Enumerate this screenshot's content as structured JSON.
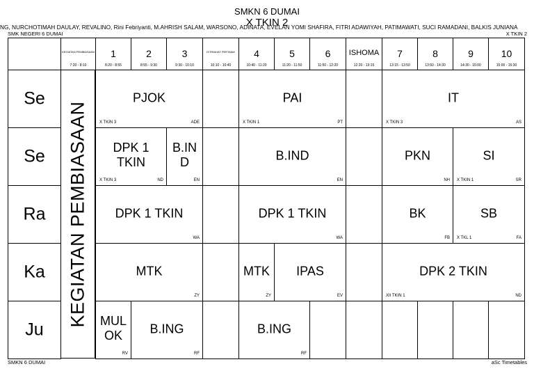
{
  "header": {
    "school_title": "SMKN 6 DUMAI",
    "class_title": "X TKIN 2",
    "teachers_line": "NG, NURCHOTIMAH DAULAY, REVALINO, Rini Febriyanti, M.AHRISH SALAM, WARSONO, ADINATA, EVELAN YOMI SHAFIRA, FITRI ADAWIYAH, PATIMAWATI, SUCI RAMADANI, BALKIS JUNIANA",
    "school_left": "SMK NEGERI 6 DUMAI",
    "class_right": "X TKIN 2"
  },
  "footer": {
    "left": "SMKN 6 DUMAI",
    "right": "aSc Timetables"
  },
  "columns": [
    {
      "label": "",
      "time": ""
    },
    {
      "label": "KEGIATAN PEMBIASAAN",
      "time": "7:20 - 8:10"
    },
    {
      "label": "1",
      "time": "8:20 - 8:55"
    },
    {
      "label": "2",
      "time": "8:55 - 9:30"
    },
    {
      "label": "3",
      "time": "9:30 - 10:10"
    },
    {
      "label": "ISTIRAHAT PERTAMA",
      "time": "10:10 - 10:40"
    },
    {
      "label": "4",
      "time": "10:40 - 11:20"
    },
    {
      "label": "5",
      "time": "11:20 - 11:50"
    },
    {
      "label": "6",
      "time": "11:50 - 12:20"
    },
    {
      "label": "ISHOMA",
      "time": "12:20 - 13:15"
    },
    {
      "label": "7",
      "time": "13:15 - 13:50"
    },
    {
      "label": "8",
      "time": "13:50 - 14:30"
    },
    {
      "label": "9",
      "time": "14:30 - 15:00"
    },
    {
      "label": "10",
      "time": "15:00 - 15:30"
    }
  ],
  "days": [
    "Se",
    "Se",
    "Ra",
    "Ka",
    "Ju"
  ],
  "kegiatan_label": "KEGIATAN PEMBIASAAN",
  "lessons": [
    {
      "row": 0,
      "col": 2,
      "span": 3,
      "subject": "PJOK",
      "room": "X TKIN 3",
      "teacher": "ADE"
    },
    {
      "row": 0,
      "col": 6,
      "span": 3,
      "subject": "PAI",
      "room": "X TKIN 1",
      "teacher": "PT"
    },
    {
      "row": 0,
      "col": 10,
      "span": 4,
      "subject": "IT",
      "room": "X TKIN 3",
      "teacher": "AS"
    },
    {
      "row": 1,
      "col": 2,
      "span": 2,
      "subject": "DPK 1\nTKIN",
      "room": "X TKIN 3",
      "teacher": "ND"
    },
    {
      "row": 1,
      "col": 4,
      "span": 1,
      "subject": "B.IN\nD",
      "room": "",
      "teacher": "EN"
    },
    {
      "row": 1,
      "col": 6,
      "span": 3,
      "subject": "B.IND",
      "room": "",
      "teacher": "EN"
    },
    {
      "row": 1,
      "col": 10,
      "span": 2,
      "subject": "PKN",
      "room": "",
      "teacher": "NH"
    },
    {
      "row": 1,
      "col": 12,
      "span": 2,
      "subject": "SI",
      "room": "X TKIN 1",
      "teacher": "SR"
    },
    {
      "row": 2,
      "col": 2,
      "span": 3,
      "subject": "DPK 1 TKIN",
      "room": "",
      "teacher": "WA"
    },
    {
      "row": 2,
      "col": 6,
      "span": 3,
      "subject": "DPK 1 TKIN",
      "room": "",
      "teacher": "WA"
    },
    {
      "row": 2,
      "col": 10,
      "span": 2,
      "subject": "BK",
      "room": "",
      "teacher": "FB"
    },
    {
      "row": 2,
      "col": 12,
      "span": 2,
      "subject": "SB",
      "room": "X TKL 1",
      "teacher": "FA"
    },
    {
      "row": 3,
      "col": 2,
      "span": 3,
      "subject": "MTK",
      "room": "",
      "teacher": "ZY"
    },
    {
      "row": 3,
      "col": 6,
      "span": 1,
      "subject": "MTK",
      "room": "",
      "teacher": "ZY"
    },
    {
      "row": 3,
      "col": 7,
      "span": 2,
      "subject": "IPAS",
      "room": "",
      "teacher": "EV"
    },
    {
      "row": 3,
      "col": 10,
      "span": 4,
      "subject": "DPK 2 TKIN",
      "room": "XII TKIN 1",
      "teacher": "ND"
    },
    {
      "row": 4,
      "col": 2,
      "span": 1,
      "subject": "MUL\nOK",
      "room": "",
      "teacher": "RV"
    },
    {
      "row": 4,
      "col": 3,
      "span": 2,
      "subject": "B.ING",
      "room": "",
      "teacher": "RF"
    },
    {
      "row": 4,
      "col": 6,
      "span": 2,
      "subject": "B.ING",
      "room": "",
      "teacher": "RF"
    },
    {
      "row": 4,
      "col": 8,
      "span": 1,
      "subject": "",
      "room": "",
      "teacher": ""
    },
    {
      "row": 4,
      "col": 10,
      "span": 1,
      "subject": "",
      "room": "",
      "teacher": ""
    },
    {
      "row": 4,
      "col": 11,
      "span": 1,
      "subject": "",
      "room": "",
      "teacher": ""
    },
    {
      "row": 4,
      "col": 12,
      "span": 1,
      "subject": "",
      "room": "",
      "teacher": ""
    },
    {
      "row": 4,
      "col": 13,
      "span": 1,
      "subject": "",
      "room": "",
      "teacher": ""
    }
  ]
}
